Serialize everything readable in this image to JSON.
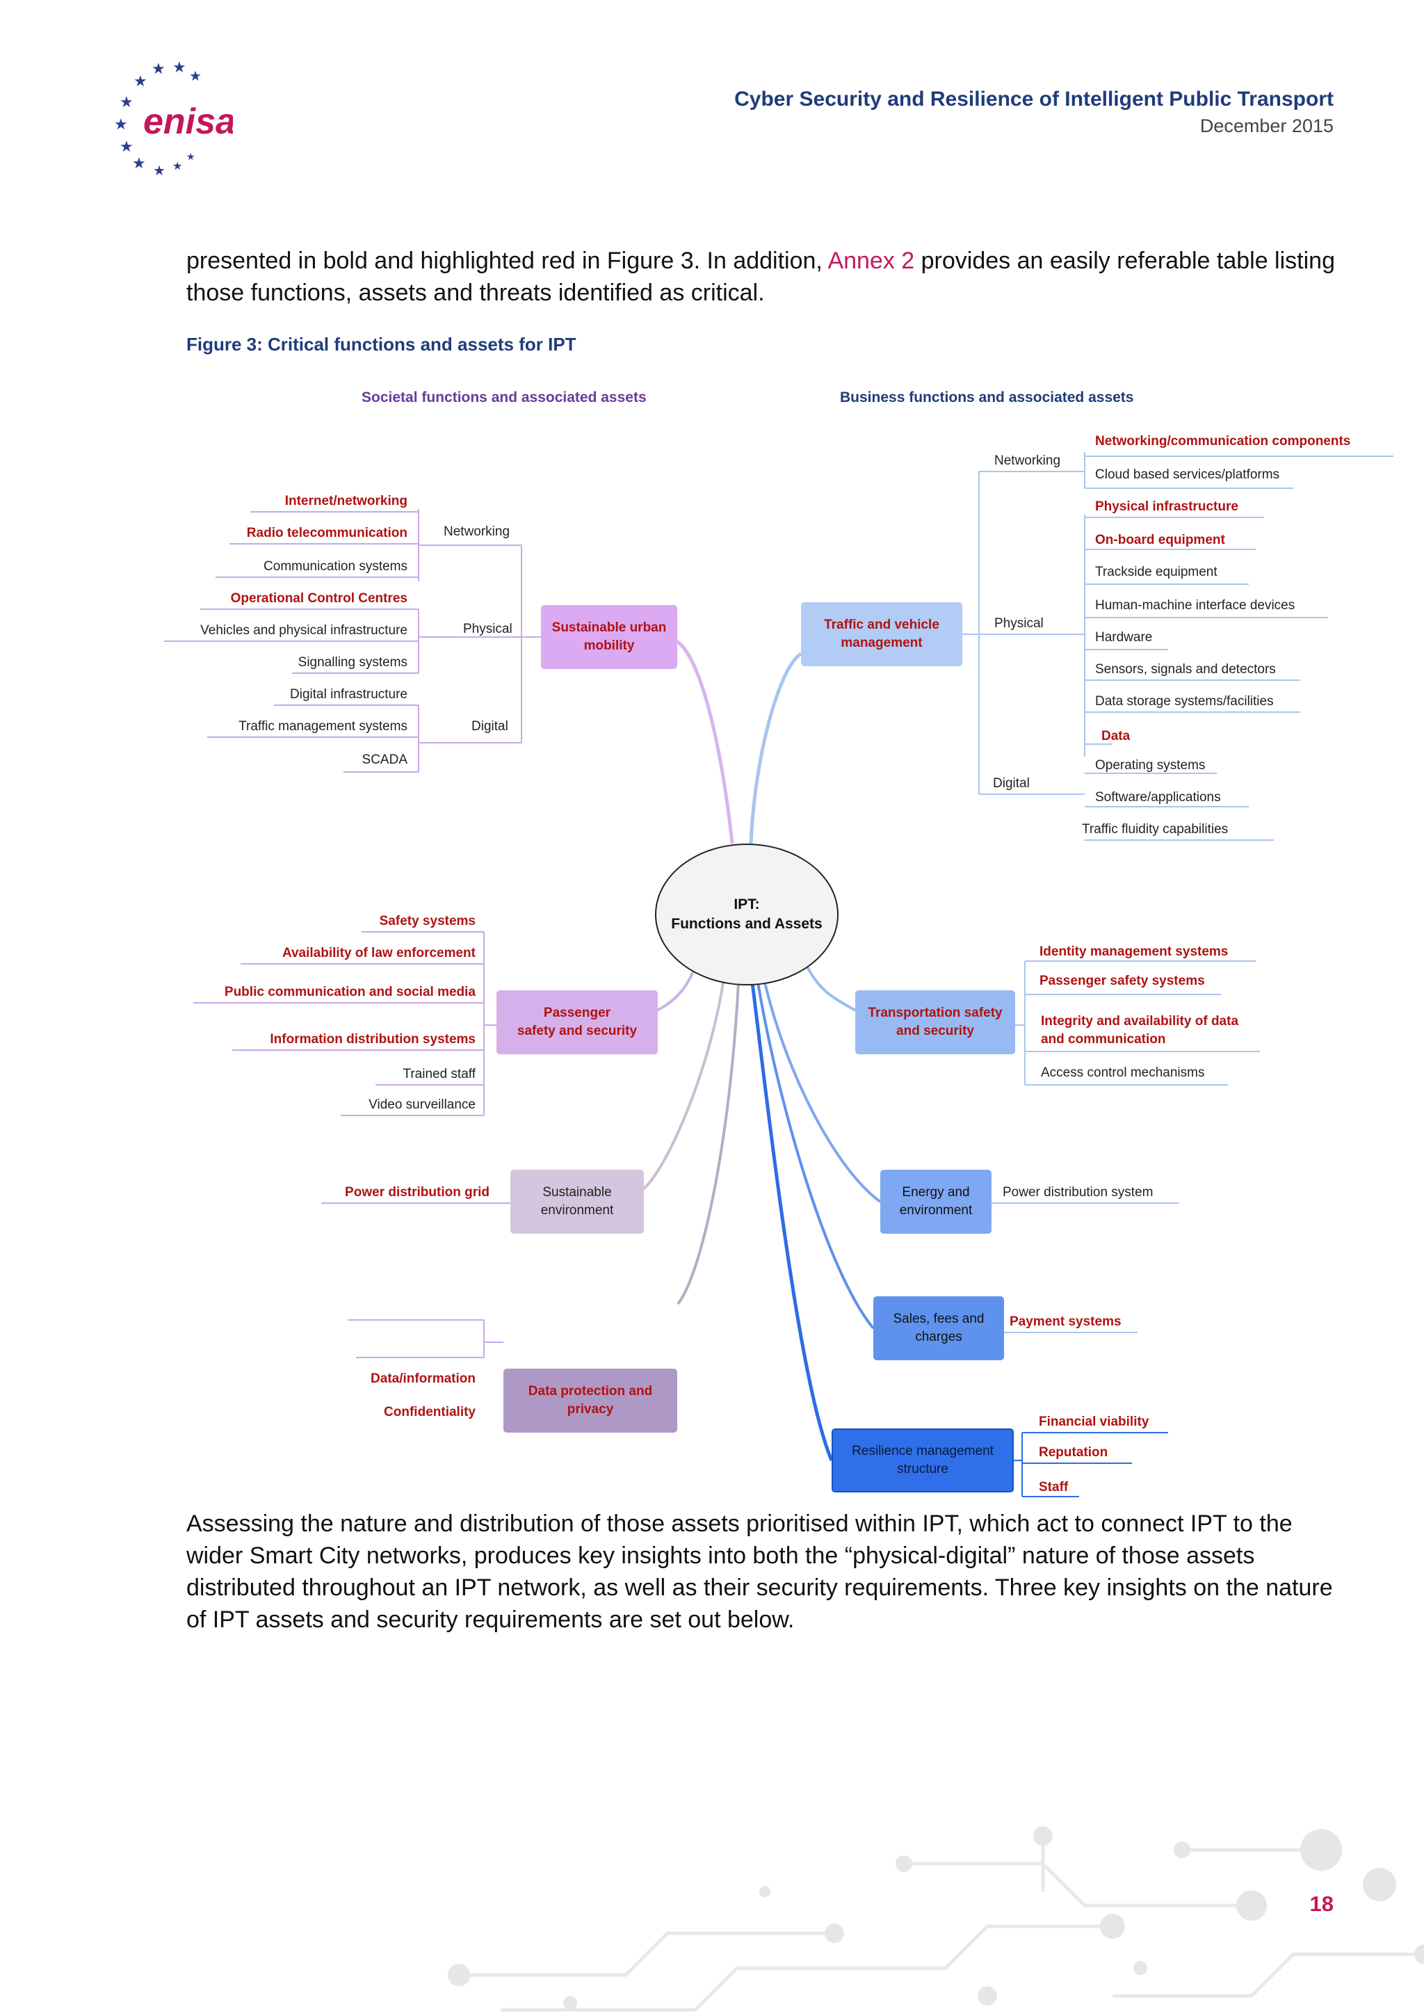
{
  "header": {
    "logo_text": "enisa",
    "title": "Cyber Security and Resilience of Intelligent Public Transport",
    "date": "December 2015"
  },
  "intro": {
    "before_link": "presented in bold and highlighted red in Figure 3. In addition, ",
    "link_text": "Annex 2",
    "after_link": " provides an easily referable table listing those functions, assets and threats identified as critical."
  },
  "figure": {
    "caption": "Figure 3: Critical functions and assets for IPT",
    "left_heading": "Societal functions and associated assets",
    "right_heading": "Business functions and associated assets",
    "center_node": "IPT:\nFunctions and Assets",
    "nodes": {
      "sustainable_urban_mobility": "Sustainable urban\nmobility",
      "traffic_vehicle_mgmt": "Traffic and vehicle\nmanagement",
      "passenger_safety": "Passenger\nsafety and security",
      "transport_safety": "Transportation safety\nand security",
      "sustainable_env": "Sustainable\nenvironment",
      "energy_env": "Energy and\nenvironment",
      "sales_fees": "Sales, fees and\ncharges",
      "data_protection": "Data protection and\nprivacy",
      "resilience_mgmt": "Resilience management\nstructure"
    },
    "sub_labels": {
      "networking": "Networking",
      "physical": "Physical",
      "digital": "Digital"
    },
    "sum_assets": {
      "networking": [
        "Internet/networking",
        "Radio telecommunication",
        "Communication systems"
      ],
      "physical": [
        "Operational Control Centres",
        "Vehicles and physical infrastructure",
        "Signalling systems"
      ],
      "digital": [
        "Digital infrastructure",
        "Traffic management systems",
        "SCADA"
      ]
    },
    "tvm_assets": {
      "networking": [
        "Networking/communication components",
        "Cloud based services/platforms"
      ],
      "physical": [
        "Physical infrastructure",
        "On-board equipment",
        "Trackside equipment",
        "Human-machine interface devices",
        "Hardware",
        "Sensors, signals and detectors",
        "Data storage systems/facilities"
      ],
      "digital": [
        "Data",
        "Operating systems",
        "Software/applications",
        "Traffic fluidity capabilities"
      ]
    },
    "passenger_assets": [
      "Safety systems",
      "Availability of law enforcement",
      "Public communication and social media",
      "Information distribution systems",
      "Trained staff",
      "Video surveillance"
    ],
    "transport_assets": [
      "Identity management systems",
      "Passenger safety systems",
      "Integrity and availability of data\nand communication",
      "Access control mechanisms"
    ],
    "sustainable_env_assets": [
      "Power distribution grid"
    ],
    "energy_assets": [
      "Power distribution system"
    ],
    "sales_assets": [
      "Payment systems"
    ],
    "data_protection_assets": [
      "Data/information",
      "Confidentiality"
    ],
    "resilience_assets": [
      "Financial viability",
      "Reputation",
      "Staff"
    ]
  },
  "outro": "Assessing the nature and distribution of those assets prioritised within IPT, which act to connect IPT to the wider Smart City networks, produces key insights into both the “physical-digital” nature of those assets distributed throughout an IPT network, as well as their security requirements. Three key insights on the nature of IPT assets and security requirements are set out below.",
  "page_number": "18",
  "colors": {
    "critical": "#b01212",
    "brand_red": "#c2185b",
    "header_blue": "#1f3c7a",
    "left_purple": "#c9a8e8",
    "right_blue": "#a9c4f0",
    "resilience_blue": "#2e6be6"
  }
}
